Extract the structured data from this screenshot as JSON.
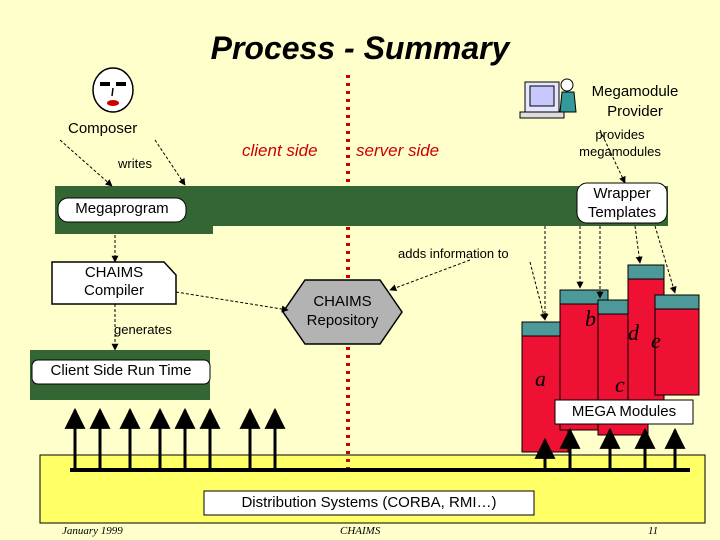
{
  "title": "Process - Summary",
  "labels": {
    "megamodule_provider": [
      "Megamodule",
      "Provider"
    ],
    "composer": "Composer",
    "writes": "writes",
    "client_side": "client side",
    "server_side": "server side",
    "provides": [
      "provides",
      "megamodules"
    ],
    "megaprogram": "Megaprogram",
    "wrapper_templates": [
      "Wrapper",
      "Templates"
    ],
    "adds_information_to": "adds information to",
    "chaims_compiler": [
      "CHAIMS",
      "Compiler"
    ],
    "chaims_repository": [
      "CHAIMS",
      "Repository"
    ],
    "generates": "generates",
    "client_side_run_time": "Client Side Run Time",
    "mega_modules": "MEGA Modules",
    "module_letters": [
      "a",
      "b",
      "c",
      "d",
      "e"
    ],
    "distribution_systems": "Distribution Systems (CORBA, RMI…)"
  },
  "footer": {
    "date": "January 1999",
    "center": "CHAIMS",
    "page": "11"
  },
  "colors": {
    "background": "#ffffcc",
    "dark_green": "#336633",
    "module_red": "#ee1133",
    "module_teal": "#4d9999",
    "repository_gray": "#b3b3b3",
    "divider_red": "#cc0000",
    "distribution_yellow": "#ffff66"
  },
  "icons": [
    "composer-face-icon",
    "provider-computer-icon"
  ]
}
